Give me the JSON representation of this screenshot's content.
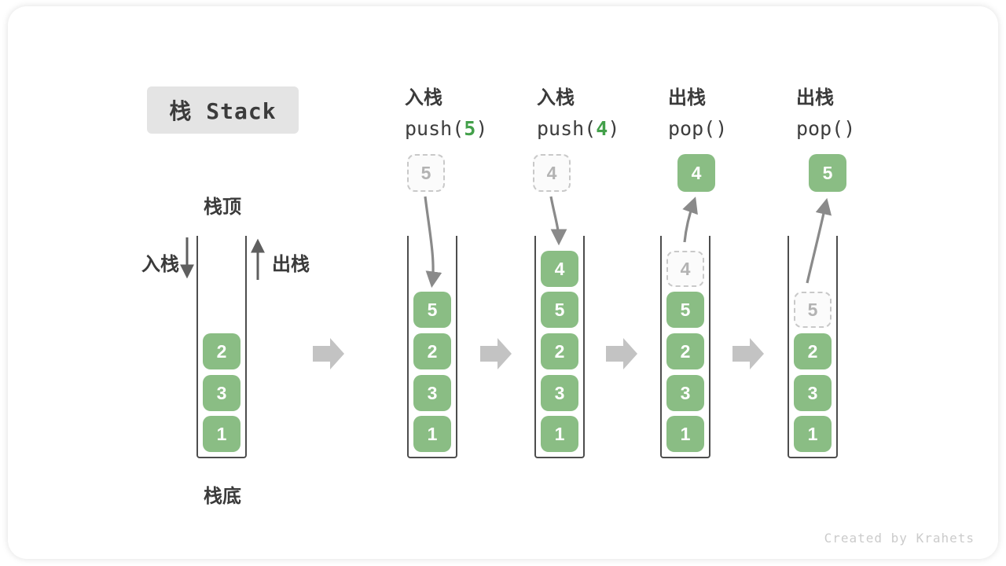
{
  "title_badge": "栈 Stack",
  "watermark": "Created by Krahets",
  "colors": {
    "element_green": "#8ABD84",
    "code_arg_green": "#43A04A",
    "flow_arrow_gray": "#8A8A8A",
    "block_arrow_gray": "#C3C3C3",
    "text_dark": "#3A3A3A",
    "ghost_gray": "#B3B3B3",
    "badge_bg": "#E4E4E4",
    "watermark_gray": "#CBCBCB"
  },
  "base_stack": {
    "top_label": "栈顶",
    "bottom_label": "栈底",
    "push_label": "入栈",
    "pop_label": "出栈",
    "elements": [
      "2",
      "3",
      "1"
    ]
  },
  "steps": [
    {
      "op_label": "入栈",
      "code_fn": "push(",
      "code_arg": "5",
      "code_close": ")",
      "floating_value": "5",
      "elements": [
        "5",
        "2",
        "3",
        "1"
      ]
    },
    {
      "op_label": "入栈",
      "code_fn": "push(",
      "code_arg": "4",
      "code_close": ")",
      "floating_value": "4",
      "elements": [
        "4",
        "5",
        "2",
        "3",
        "1"
      ]
    },
    {
      "op_label": "出栈",
      "code_fn": "pop(",
      "code_arg": "",
      "code_close": ")",
      "floating_value": "4",
      "ghost_value": "4",
      "elements": [
        "5",
        "2",
        "3",
        "1"
      ]
    },
    {
      "op_label": "出栈",
      "code_fn": "pop(",
      "code_arg": "",
      "code_close": ")",
      "floating_value": "5",
      "ghost_value": "5",
      "elements": [
        "2",
        "3",
        "1"
      ]
    }
  ]
}
